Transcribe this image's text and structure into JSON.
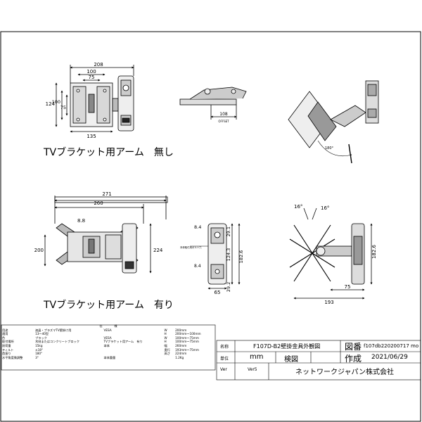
{
  "top_left": {
    "dims": {
      "w208": "208",
      "w100": "100",
      "w75": "75",
      "h124": "124",
      "h100": "100",
      "h75": "75",
      "w135": "135"
    },
    "caption": "TVブラケット用アーム　無し"
  },
  "top_middle": {
    "dim": "108",
    "note": "OFFSET"
  },
  "top_right": {
    "angle": "180°"
  },
  "bottom_left": {
    "dims": {
      "w271": "271",
      "w260": "260",
      "hole": "8.8",
      "h200": "200",
      "h224": "224"
    },
    "caption": "TVブラケット用アーム　有り"
  },
  "bottom_middle": {
    "dims": {
      "hole": "8.4",
      "d29_1": "29.1",
      "d182_6": "182.6",
      "d124_3": "124.3",
      "d29_2": "29.2",
      "d65": "65"
    },
    "note": "本体取付用ボルト穴"
  },
  "bottom_right": {
    "dims": {
      "a16l": "16°",
      "a16r": "16°",
      "d182_6": "182.6",
      "d75": "75",
      "d193": "193"
    }
  },
  "spec_table": {
    "header": "仕　　　　様",
    "rows": [
      [
        "用途",
        "液晶・プラズマTV壁掛け用",
        "VESA",
        "W",
        "200mm"
      ],
      [
        "適用",
        "13〜40型",
        "",
        "H",
        "200mm〜100mm"
      ],
      [
        "色",
        "ブラック",
        "VESA",
        "W",
        "100mm〜75mm"
      ],
      [
        "取付場所",
        "木材またはコンクリートブロック",
        "TVブラケット用アーム　有り",
        "H",
        "100mm〜75mm"
      ],
      [
        "耐荷重",
        "15kg",
        "本体",
        "幅",
        "260mm"
      ],
      [
        "ティルト",
        "±18°",
        "",
        "奥行",
        "193mm〜75mm"
      ],
      [
        "首振り",
        "180°",
        "",
        "高さ",
        "224mm"
      ],
      [
        "水平角度微調整",
        "3°",
        "本体重量",
        "",
        "1.2Kg"
      ]
    ]
  },
  "title_block": {
    "name_label": "名称",
    "name_value": "F107D-B2壁掛金具外観図",
    "drawing_no_label": "図番",
    "drawing_no_value": "f107db220200717",
    "drawing_no_suffix": "mo",
    "unit_label": "単位",
    "unit_value": "mm",
    "check_label": "検図",
    "created_label": "作成",
    "created_value": "2021/06/29",
    "ver_label": "Ver",
    "ver_value": "Ver5",
    "company": "ネットワークジャパン株式会社"
  }
}
